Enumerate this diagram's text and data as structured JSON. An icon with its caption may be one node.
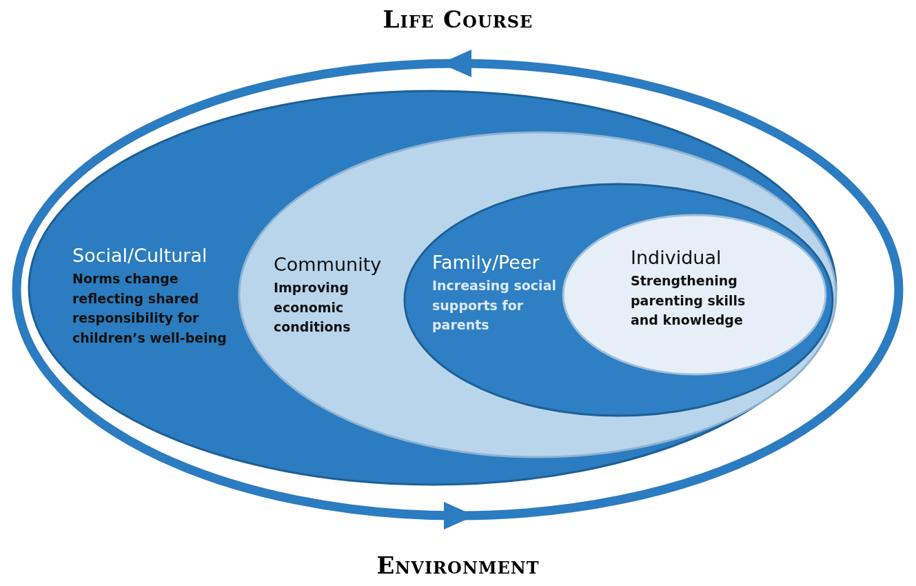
{
  "diagram": {
    "nodes": [
      {
        "text": [
          "Social/Cultural",
          "Norms change reflecting shared responsibility for children’s well-being"
        ]
      },
      {
        "text": [
          "Community",
          "Improving economic conditions"
        ],
        "in": 0
      },
      {
        "text": [
          "Family/Peer",
          "Increasing social supports for parents"
        ],
        "in": 1
      },
      {
        "text": [
          "Individual",
          "Strengthening parenting skills and knowledge"
        ],
        "in": 2
      }
    ],
    "labels": [
      "Life Course",
      "Environment"
    ]
  }
}
